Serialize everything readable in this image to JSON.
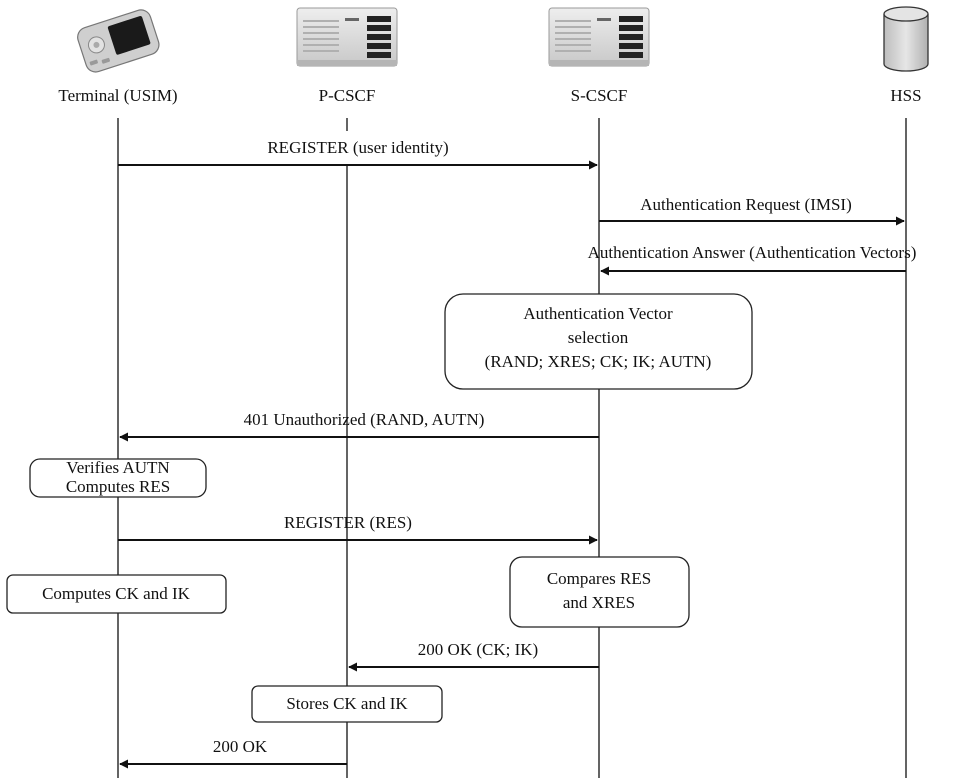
{
  "entities": [
    {
      "id": "terminal",
      "label": "Terminal (USIM)",
      "icon": "pda-device-icon"
    },
    {
      "id": "pcscf",
      "label": "P-CSCF",
      "icon": "server-icon"
    },
    {
      "id": "scscf",
      "label": "S-CSCF",
      "icon": "server-icon"
    },
    {
      "id": "hss",
      "label": "HSS",
      "icon": "database-icon"
    }
  ],
  "messages": [
    {
      "label": "REGISTER (user identity)",
      "from": "terminal",
      "to": "scscf"
    },
    {
      "label": "Authentication Request (IMSI)",
      "from": "scscf",
      "to": "hss"
    },
    {
      "label": "Authentication Answer (Authentication Vectors)",
      "from": "hss",
      "to": "scscf"
    },
    {
      "label": "401 Unauthorized (RAND, AUTN)",
      "from": "scscf",
      "to": "terminal"
    },
    {
      "label": "REGISTER (RES)",
      "from": "terminal",
      "to": "scscf"
    },
    {
      "label": "200 OK (CK; IK)",
      "from": "scscf",
      "to": "pcscf"
    },
    {
      "label": "200 OK",
      "from": "pcscf",
      "to": "terminal"
    }
  ],
  "notes": [
    {
      "lines": [
        "Authentication Vector",
        "selection",
        "(RAND; XRES; CK; IK; AUTN)"
      ],
      "at": "scscf"
    },
    {
      "lines": [
        "Verifies AUTN",
        "Computes RES"
      ],
      "at": "terminal"
    },
    {
      "lines": [
        "Computes CK and IK"
      ],
      "at": "terminal"
    },
    {
      "lines": [
        "Compares RES",
        "and XRES"
      ],
      "at": "scscf"
    },
    {
      "lines": [
        "Stores CK and IK"
      ],
      "at": "pcscf"
    }
  ],
  "colors": {
    "line": "#111111",
    "box_stroke": "#222222",
    "device_body": "#c9c9c9",
    "server_body": "#dcdcdc",
    "db_body": "#d4d4d4"
  }
}
